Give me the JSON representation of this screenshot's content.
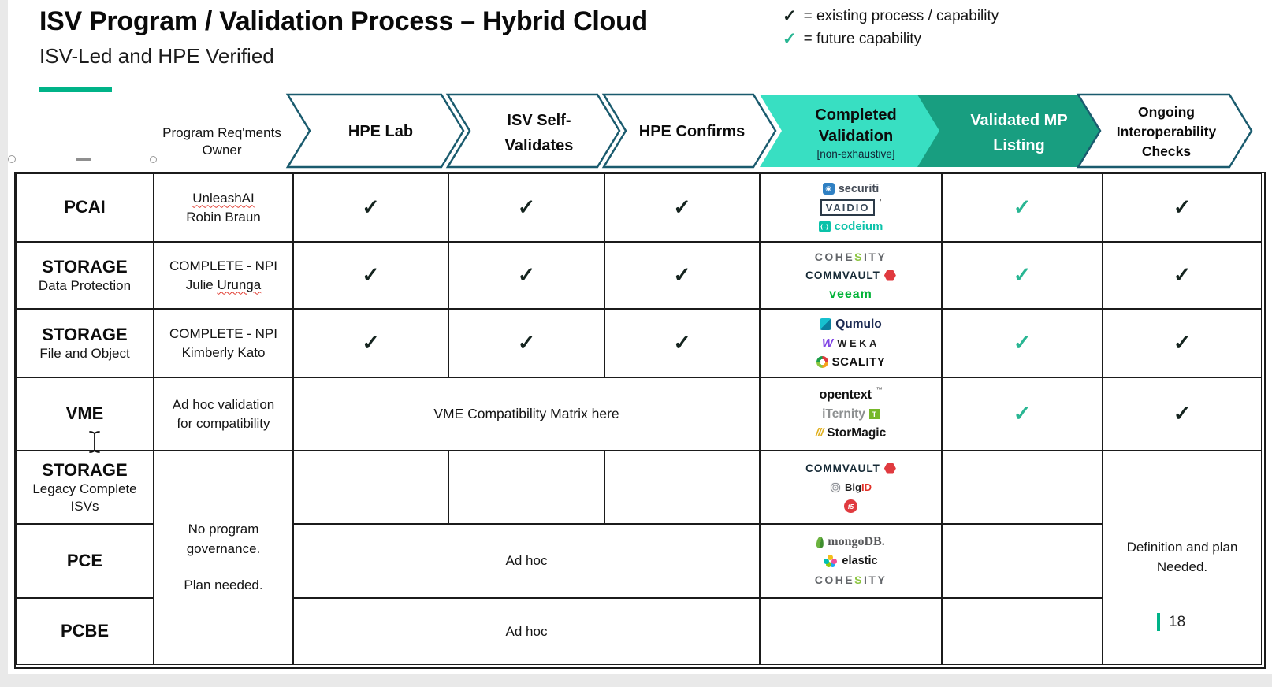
{
  "slide": {
    "title": "ISV Program / Validation Process – Hybrid Cloud",
    "subtitle": "ISV-Led and HPE Verified",
    "page_number": "18"
  },
  "legend": {
    "existing_mark": "✓",
    "existing_text": "= existing process / capability",
    "future_mark": "✓",
    "future_text": "= future capability"
  },
  "marks": {
    "check": "✓"
  },
  "header": {
    "owner_line1": "Program Req'ments",
    "owner_line2": "Owner"
  },
  "chevrons": {
    "c1": "HPE Lab",
    "c2a": "ISV Self-",
    "c2b": "Validates",
    "c3": "HPE Confirms",
    "c4a": "Completed",
    "c4b": "Validation",
    "c4note": "[non-exhaustive]",
    "c5a": "Validated MP",
    "c5b": "Listing",
    "c6a": "Ongoing",
    "c6b": "Interoperability",
    "c6c": "Checks"
  },
  "rows": {
    "pcai": {
      "name": "PCAI",
      "owner1": "UnleashAI",
      "owner2": "Robin Braun"
    },
    "storage_dp": {
      "name": "STORAGE",
      "sub": "Data Protection",
      "owner1": "COMPLETE - NPI",
      "owner2a": "Julie ",
      "owner2b": "Urunga"
    },
    "storage_fo": {
      "name": "STORAGE",
      "sub": "File and Object",
      "owner1": "COMPLETE - NPI",
      "owner2": "Kimberly Kato"
    },
    "vme": {
      "name": "VME",
      "owner1": "Ad hoc validation",
      "owner2": "for compatibility",
      "link": "VME Compatibility Matrix here"
    },
    "storage_legacy": {
      "name": "STORAGE",
      "sub1": "Legacy Complete",
      "sub2": "ISVs"
    },
    "pce": {
      "name": "PCE",
      "adhoc": "Ad hoc"
    },
    "pcbe": {
      "name": "PCBE",
      "adhoc": "Ad hoc"
    },
    "no_governance1": "No program",
    "no_governance2": "governance.",
    "no_governance3": "Plan needed.",
    "definition1": "Definition and plan",
    "definition2": "Needed."
  },
  "logos": {
    "securiti": "securiti",
    "vaidio": "VAIDIO",
    "vaidio_tick": "'",
    "codeium_icon": "{..}",
    "codeium": "codeium",
    "cohesity_a": "COHE",
    "cohesity_b": "S",
    "cohesity_c": "ITY",
    "commvault": "COMMVAULT",
    "veeam": "veeam",
    "qumulo": "Qumulo",
    "weka_icon": "W",
    "weka": "WEKA",
    "scality": "SCALITY",
    "opentext": "opentext",
    "opentext_tm": "™",
    "iternity": "iTernity",
    "iternity_icon": "T",
    "stormagic_icon": "///",
    "stormagic": "StorMagic",
    "bigid_a": "Big",
    "bigid_b": "ID",
    "f5": "f5",
    "mongodb": "mongoDB.",
    "elastic": "elastic"
  }
}
